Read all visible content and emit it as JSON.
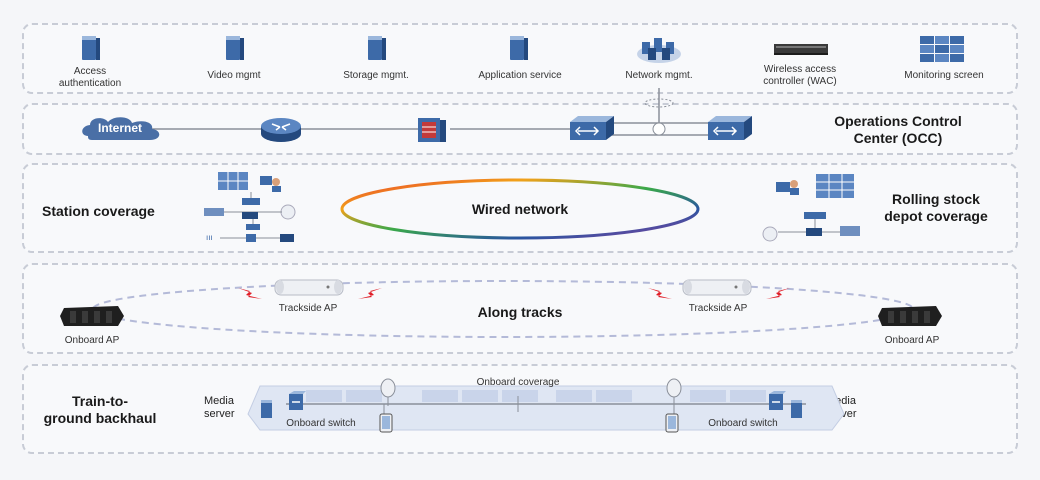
{
  "services": {
    "items": [
      {
        "label": "Access\nauthentication",
        "icon": "server-icon"
      },
      {
        "label": "Video mgmt",
        "icon": "server-icon"
      },
      {
        "label": "Storage mgmt.",
        "icon": "server-icon"
      },
      {
        "label": "Application service",
        "icon": "server-icon"
      },
      {
        "label": "Network mgmt.",
        "icon": "server-cluster-icon"
      },
      {
        "label": "Wireless access\ncontroller (WAC)",
        "icon": "wac-device-icon"
      },
      {
        "label": "Monitoring screen",
        "icon": "monitor-wall-icon"
      }
    ]
  },
  "occ": {
    "title": "Operations Control\nCenter (OCC)",
    "internet_label": "Internet"
  },
  "coverage": {
    "station_title": "Station coverage",
    "wired_title": "Wired network",
    "depot_title": "Rolling stock\ndepot coverage"
  },
  "tracks": {
    "title": "Along tracks",
    "trackside_left": "Trackside AP",
    "trackside_right": "Trackside AP",
    "onboard_left": "Onboard AP",
    "onboard_right": "Onboard AP"
  },
  "backhaul": {
    "title": "Train-to-\nground backhaul",
    "media_left": "Media\nserver",
    "media_right": "Media\nserver",
    "onboard_coverage": "Onboard coverage",
    "switch_left": "Onboard switch",
    "switch_right": "Onboard switch"
  },
  "colors": {
    "accent": "#2a55a0",
    "panel_border": "#c8ccd6",
    "lightning": "#e0202a"
  }
}
